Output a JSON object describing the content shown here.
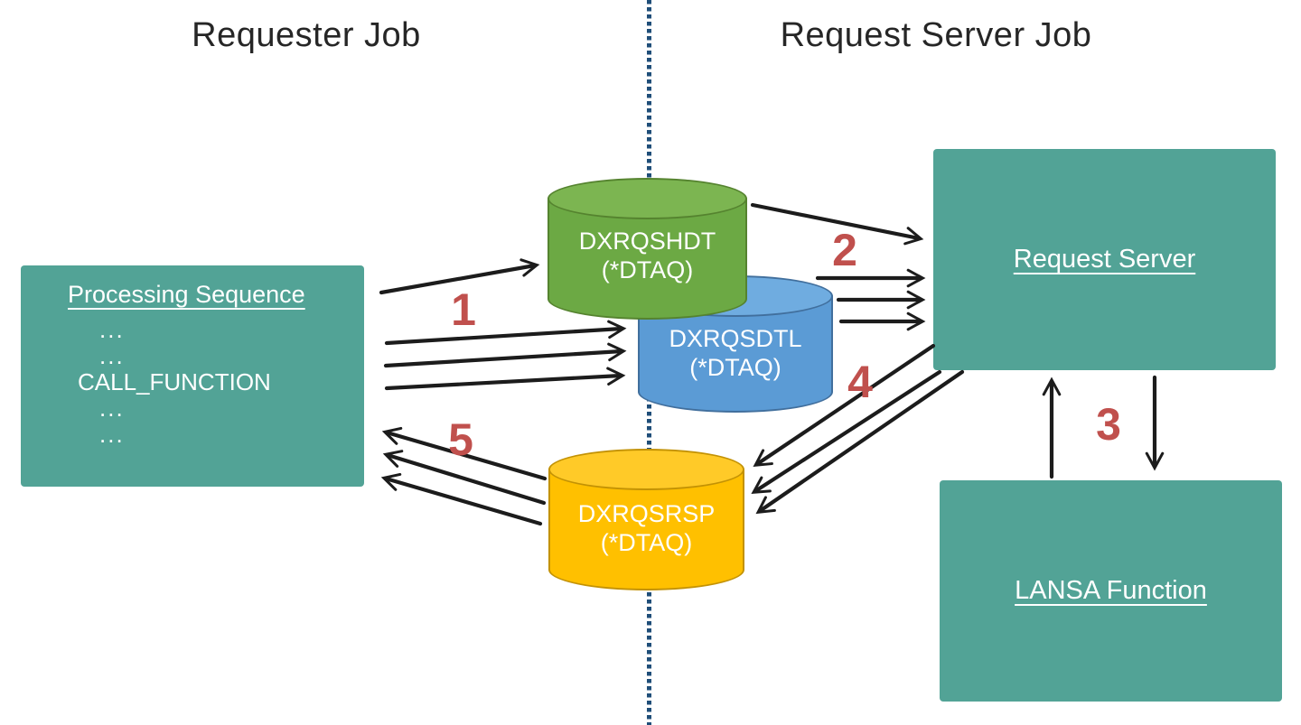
{
  "titles": {
    "left": "Requester Job",
    "right": "Request Server Job"
  },
  "requester_box": {
    "title": "Processing Sequence",
    "lines": [
      "...",
      "...",
      "CALL_FUNCTION",
      "...",
      "..."
    ]
  },
  "server_box": {
    "label": "Request Server"
  },
  "lansa_box": {
    "label": "LANSA Function"
  },
  "queues": [
    {
      "name": "DXRQSHDT",
      "type": "(*DTAQ)",
      "color": "#6CA944"
    },
    {
      "name": "DXRQSDTL",
      "type": "(*DTAQ)",
      "color": "#5B9BD5"
    },
    {
      "name": "DXRQSRSP",
      "type": "(*DTAQ)",
      "color": "#FFC000"
    }
  ],
  "steps": [
    {
      "label": "1"
    },
    {
      "label": "2"
    },
    {
      "label": "3"
    },
    {
      "label": "4"
    },
    {
      "label": "5"
    }
  ],
  "colors": {
    "box_teal": "#52A396",
    "step_red": "#C0504D",
    "divider_navy": "#1F4E79",
    "arrow_black": "#1c1c1c"
  }
}
